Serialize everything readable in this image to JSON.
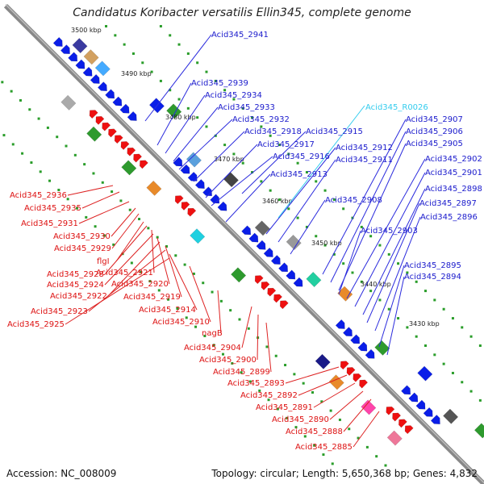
{
  "title": "Candidatus Koribacter versatilis Ellin345, complete genome",
  "accession": "Accession: NC_008009",
  "topology": "Topology: circular; Length: 5,650,368 bp; Genes: 4,832",
  "colors": {
    "forward_label": "#1a1acc",
    "reverse_label": "#dd1111",
    "rna_label": "#33ccee",
    "backbone": "#888888",
    "tick": "#2a9d2a"
  },
  "kbp_ticks": [
    "3500 kbp",
    "3490 kbp",
    "3480 kbp",
    "3470 kbp",
    "3460 kbp",
    "3450 kbp",
    "3440 kbp",
    "3430 kbp"
  ],
  "forward_labels": [
    "Acid345_2941",
    "Acid345_2939",
    "Acid345_2934",
    "Acid345_2933",
    "Acid345_2932",
    "Acid345_2918",
    "Acid345_2915",
    "Acid345_2917",
    "Acid345_2916",
    "Acid345_2912",
    "Acid345_2911",
    "Acid345_2913",
    "Acid345_2908",
    "Acid345_2907",
    "Acid345_2906",
    "Acid345_2905",
    "Acid345_2902",
    "Acid345_2901",
    "Acid345_2898",
    "Acid345_2897",
    "Acid345_2896",
    "Acid345_2903",
    "Acid345_2895",
    "Acid345_2894"
  ],
  "rna_labels": [
    "Acid345_R0026"
  ],
  "reverse_labels": [
    "Acid345_2936",
    "Acid345_2935",
    "Acid345_2931",
    "Acid345_2930",
    "Acid345_2929",
    "flgI",
    "Acid345_2928",
    "Acid345_2921",
    "Acid345_2924",
    "Acid345_2920",
    "Acid345_2922",
    "Acid345_2919",
    "Acid345_2923",
    "Acid345_2914",
    "Acid345_2925",
    "Acid345_2910",
    "nagB",
    "Acid345_2904",
    "Acid345_2900",
    "Acid345_2899",
    "Acid345_2893",
    "Acid345_2892",
    "Acid345_2891",
    "Acid345_2890",
    "Acid345_2888",
    "Acid345_2885"
  ]
}
